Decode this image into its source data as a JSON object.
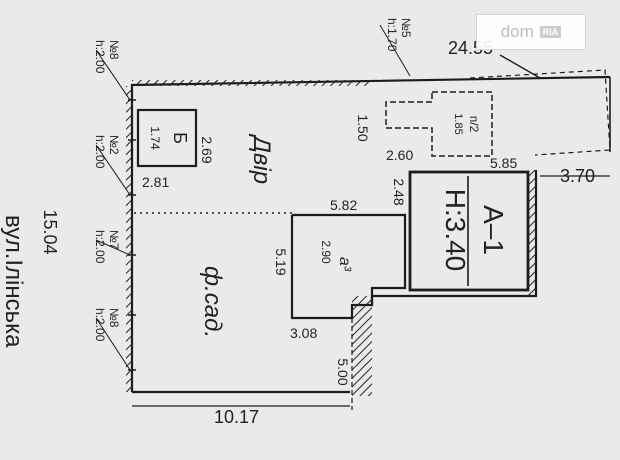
{
  "plan": {
    "dims_top": [
      "24.55",
      "3.70",
      "5.85"
    ],
    "yard_block": {
      "label": "Б",
      "area": "1.74",
      "width": "2.81",
      "height": "2.69"
    },
    "yard_label": "Двір",
    "structure_p2": {
      "label": "п/2",
      "area": "1.85",
      "d1": "1.50",
      "d2": "2.60"
    },
    "garden_label": "ф.сад.",
    "room_a3": {
      "label": "а³",
      "area": "2.90",
      "width": "5.82",
      "height": "5.19",
      "bottom": "3.08",
      "side": "5.00"
    },
    "building": {
      "label": "А–1",
      "height": "Н:3.40",
      "dim": "2.48"
    },
    "bottom_dim": "10.17",
    "left_dim": "15.04",
    "street": "вул.Ілінська",
    "markers": [
      {
        "num": "№5",
        "h": "h:1.70"
      },
      {
        "num": "№8",
        "h": "h:2.00"
      },
      {
        "num": "№2",
        "h": "h:2.00"
      },
      {
        "num": "№7",
        "h": "h:2.00"
      },
      {
        "num": "№8",
        "h": "h:2.00"
      }
    ]
  },
  "watermark": {
    "brand": "dom",
    "badge": "RIA"
  }
}
